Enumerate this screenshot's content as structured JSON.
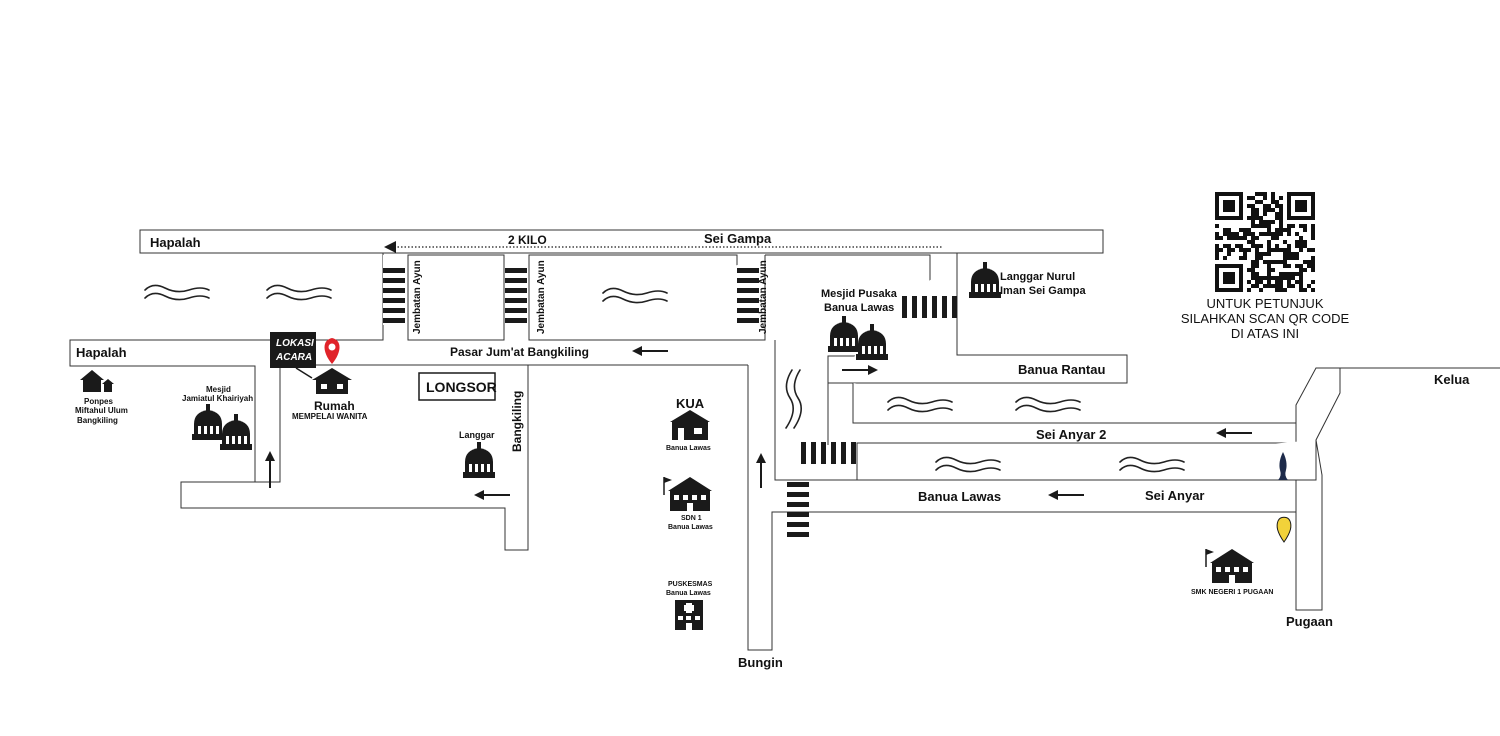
{
  "roads": {
    "hapalah_top": "Hapalah",
    "two_kilo": "2 KILO",
    "sei_gampa": "Sei Gampa",
    "hapalah_left": "Hapalah",
    "pasar": "Pasar Jum'at Bangkiling",
    "bangkiling": "Bangkiling",
    "banua_rantau": "Banua Rantau",
    "kelua": "Kelua",
    "sei_anyar_2": "Sei Anyar 2",
    "banua_lawas": "Banua Lawas",
    "sei_anyar": "Sei Anyar",
    "pugaan": "Pugaan",
    "bungin": "Bungin"
  },
  "bridges": {
    "b1": "Jembatan Ayun",
    "b2": "Jembatan Ayun",
    "b3": "Jembatan Ayun"
  },
  "event": {
    "tag_line1": "LOKASI",
    "tag_line2": "ACARA",
    "house_title": "Rumah",
    "house_sub": "MEMPELAI WANITA",
    "longsor": "LONGSOR"
  },
  "landmarks": {
    "ponpes": [
      "Ponpes",
      "Miftahul Ulum",
      "Bangkiling"
    ],
    "mesjid_jamiatul": [
      "Mesjid",
      "Jamiatul Khairiyah"
    ],
    "langgar": "Langgar",
    "kua_title": "KUA",
    "kua_sub": "Banua Lawas",
    "sdn": [
      "SDN 1",
      "Banua Lawas"
    ],
    "puskesmas": [
      "PUSKESMAS",
      "Banua Lawas"
    ],
    "mesjid_pusaka": [
      "Mesjid Pusaka",
      "Banua Lawas"
    ],
    "langgar_nurul": [
      "Langgar Nurul",
      "Iman Sei Gampa"
    ],
    "smk": "SMK NEGERI 1 PUGAAN"
  },
  "qr": {
    "line1": "UNTUK PETUNJUK",
    "line2": "SILAHKAN SCAN QR CODE",
    "line3": "DI ATAS INI"
  },
  "colors": {
    "pin": "#e0232a",
    "pin_yellow": "#f2d23a",
    "fish": "#1d2a4a",
    "tag_bg": "#1a1a1a"
  },
  "icons": [
    "location-pin-icon",
    "house-icon",
    "mosque-icon",
    "school-icon",
    "hospital-icon",
    "qr-code-icon",
    "fish-icon",
    "arrow-icon"
  ]
}
